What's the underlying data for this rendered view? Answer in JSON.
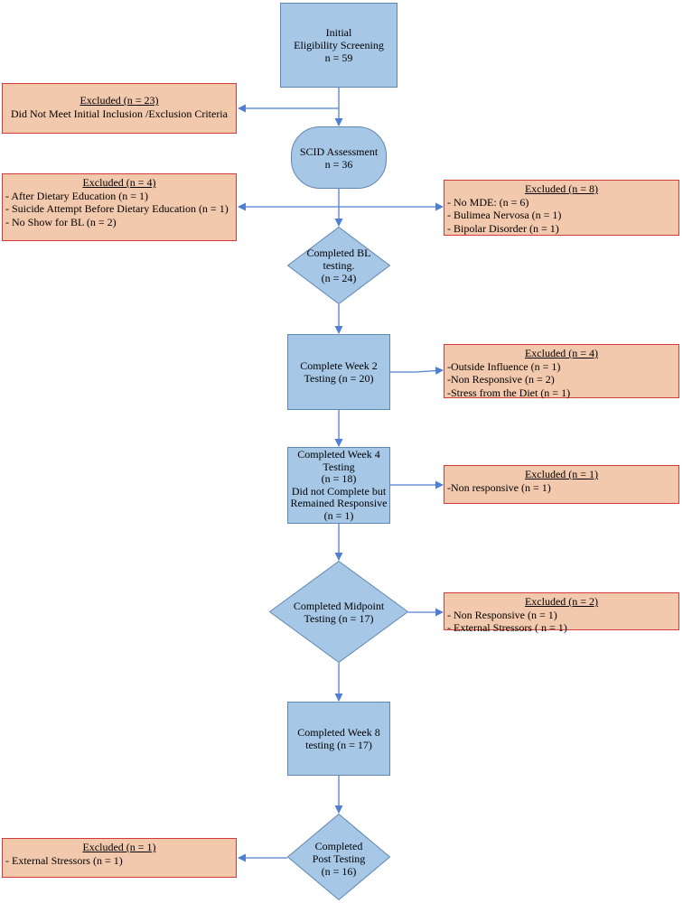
{
  "flow": {
    "initial": {
      "lines": [
        "Initial",
        "Eligibility  Screening",
        "n = 59"
      ]
    },
    "scid": {
      "lines": [
        "SCID Assessment",
        "n = 36"
      ]
    },
    "baseline": {
      "lines": [
        "Completed BL",
        "testing.",
        "(n = 24)"
      ]
    },
    "week2": {
      "lines": [
        "Complete Week 2",
        "Testing (n = 20)"
      ]
    },
    "week4": {
      "lines": [
        "Completed Week 4",
        "Testing",
        "(n = 18)",
        "Did not Complete but",
        "Remained Responsive",
        "(n = 1)"
      ]
    },
    "midpoint": {
      "lines": [
        "Completed Midpoint",
        "Testing (n = 17)"
      ]
    },
    "week8": {
      "lines": [
        "Completed Week 8",
        "testing (n = 17)"
      ]
    },
    "post": {
      "lines": [
        "Completed",
        "Post Testing",
        "(n = 16)"
      ]
    }
  },
  "exclusions": {
    "initial": {
      "header": "Excluded (n = 23)",
      "items": [
        "Did Not Meet Initial Inclusion /Exclusion Criteria"
      ]
    },
    "scid_left": {
      "header": "Excluded (n = 4)",
      "items": [
        "- After Dietary Education (n = 1)",
        "- Suicide Attempt Before Dietary Education (n = 1)",
        "- No Show for BL (n = 2)"
      ]
    },
    "scid_right": {
      "header": "Excluded (n = 8)",
      "items": [
        "- No MDE: (n = 6)",
        "- Bulimea Nervosa (n = 1)",
        "- Bipolar Disorder (n = 1)"
      ]
    },
    "week2": {
      "header": "Excluded (n = 4)",
      "items": [
        "-Outside Influence (n = 1)",
        "-Non Responsive (n = 2)",
        "-Stress from the Diet (n = 1)"
      ]
    },
    "week4": {
      "header": "Excluded (n = 1)",
      "items": [
        "-Non responsive (n = 1)"
      ]
    },
    "midpoint": {
      "header": "Excluded (n = 2)",
      "items": [
        "- Non Responsive  (n = 1)",
        "- External Stressors ( n = 1)"
      ]
    },
    "post": {
      "header": "Excluded (n = 1)",
      "items": [
        "- External Stressors (n = 1)"
      ]
    }
  },
  "colors": {
    "node_fill": "#a6c7e6",
    "node_border": "#5f87b3",
    "excluded_fill": "#f2c9ad",
    "excluded_border": "#d63b3b",
    "connector": "#4f7fd0"
  }
}
